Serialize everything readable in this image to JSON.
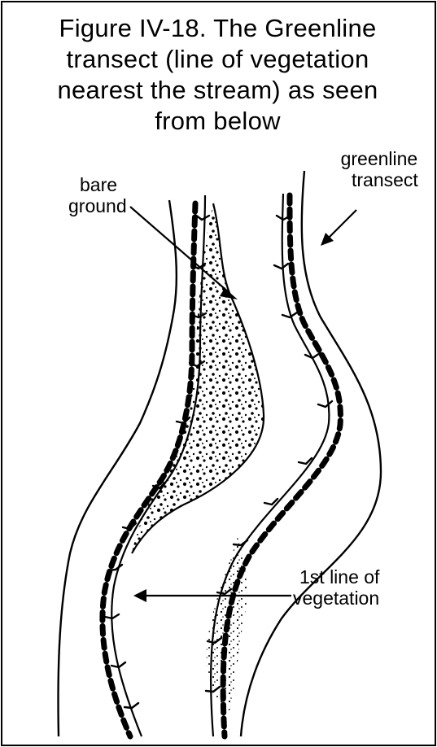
{
  "figure": {
    "title_lines": [
      "Figure  IV-18. The Greenline",
      "transect  (line of vegetation",
      "nearest  the  stream)  as seen",
      "from  below"
    ]
  },
  "labels": {
    "greenline_line1": "greenline",
    "greenline_line2": "transect",
    "bare_line1": "bare",
    "bare_line2": "ground",
    "vegetation_line1": "1st line of",
    "vegetation_line2": "vegetation"
  },
  "colors": {
    "ink": "#000000",
    "paper": "#ffffff"
  }
}
